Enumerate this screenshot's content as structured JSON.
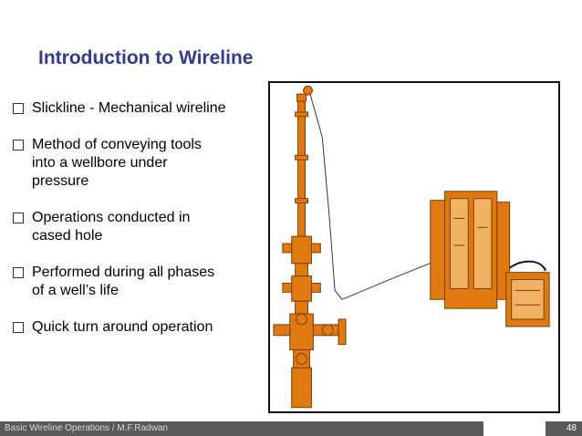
{
  "slide": {
    "title": "Introduction to Wireline",
    "bullets": [
      {
        "lines": [
          "Slickline - Mechanical wireline"
        ]
      },
      {
        "lines": [
          "Method of conveying tools",
          "into a wellbore under",
          "pressure"
        ]
      },
      {
        "lines": [
          "Operations conducted in",
          "cased hole"
        ]
      },
      {
        "lines": [
          "Performed during all phases",
          "of a well’s life"
        ]
      },
      {
        "lines": [
          "Quick turn around operation"
        ]
      }
    ],
    "footer": "Basic Wireline Operations / M.F.Radwan",
    "page_number": "48",
    "colors": {
      "title": "#2e3d8f",
      "equipment": "#e07a10",
      "footer_bar": "#595959"
    },
    "figure": {
      "icon": "wireline-rig-illustration"
    }
  }
}
